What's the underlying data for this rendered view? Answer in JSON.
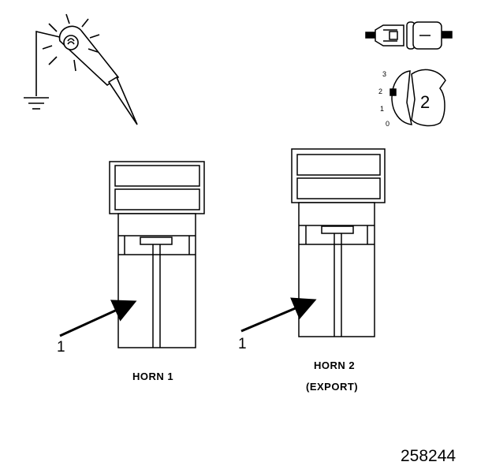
{
  "figure_number": "258244",
  "horn_1": {
    "title": "HORN 1",
    "callout": "1"
  },
  "horn_2": {
    "title": "HORN 2",
    "subtitle": "(EXPORT)",
    "callout": "1"
  },
  "ignition_key": {
    "position_marks": [
      "3",
      "2",
      "1",
      "0"
    ],
    "selected_position": "2"
  },
  "icons": [
    "test-lamp-probe-icon",
    "ground-symbol-icon",
    "connector-icon",
    "ignition-switch-icon"
  ]
}
